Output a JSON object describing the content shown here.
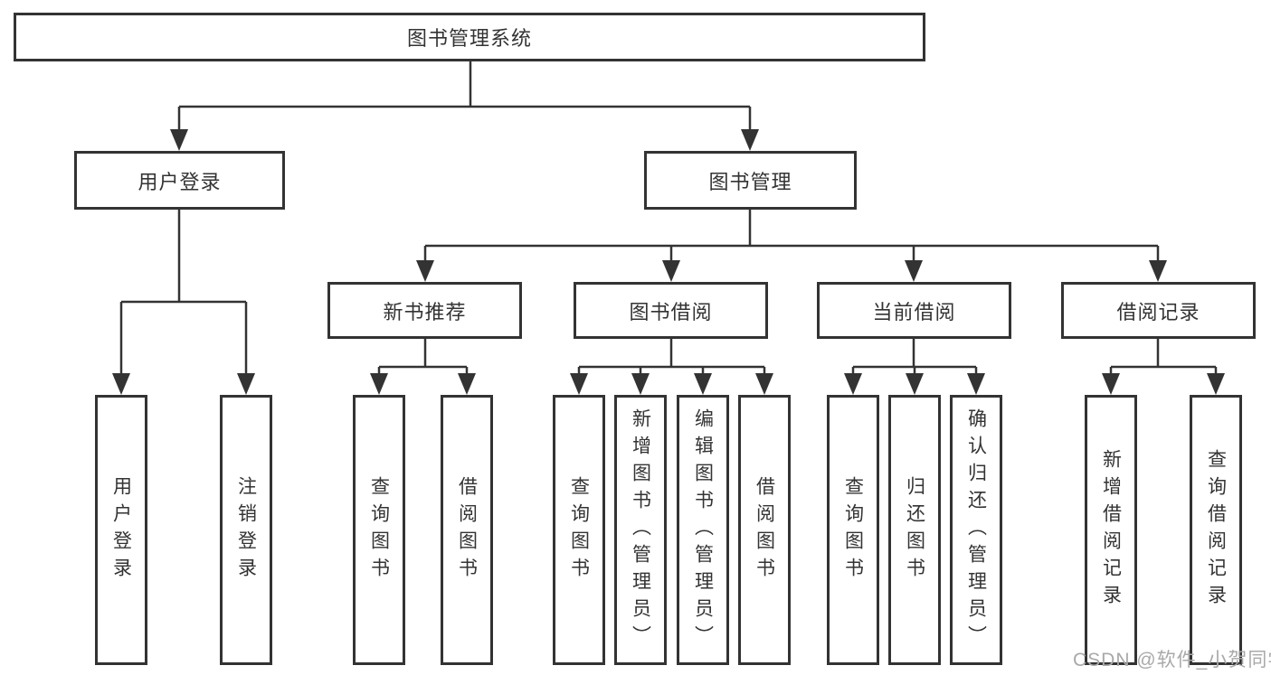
{
  "diagram": {
    "tree": {
      "label": "图书管理系统",
      "children": [
        {
          "label": "用户登录",
          "children": [
            {
              "label": "用户登录"
            },
            {
              "label": "注销登录"
            }
          ]
        },
        {
          "label": "图书管理",
          "children": [
            {
              "label": "新书推荐",
              "children": [
                {
                  "label": "查询图书"
                },
                {
                  "label": "借阅图书"
                }
              ]
            },
            {
              "label": "图书借阅",
              "children": [
                {
                  "label": "查询图书"
                },
                {
                  "label": "新增图书（管理员）"
                },
                {
                  "label": "编辑图书（管理员）"
                },
                {
                  "label": "借阅图书"
                }
              ]
            },
            {
              "label": "当前借阅",
              "children": [
                {
                  "label": "查询图书"
                },
                {
                  "label": "归还图书"
                },
                {
                  "label": "确认归还（管理员）"
                }
              ]
            },
            {
              "label": "借阅记录",
              "children": [
                {
                  "label": "新增借阅记录"
                },
                {
                  "label": "查询借阅记录"
                }
              ]
            }
          ]
        }
      ]
    },
    "watermark": "CSDN @软件_小贺同学",
    "colors": {
      "line": "#333333",
      "text": "#333333",
      "box_fill": "#ffffff",
      "watermark": "#a9a9a9"
    }
  }
}
